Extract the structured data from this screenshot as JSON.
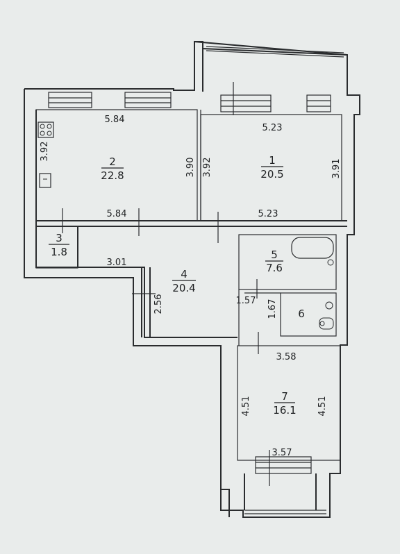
{
  "rooms": [
    {
      "id": "1",
      "area": "20.5"
    },
    {
      "id": "2",
      "area": "22.8"
    },
    {
      "id": "3",
      "area": "1.8"
    },
    {
      "id": "4",
      "area": "20.4"
    },
    {
      "id": "5",
      "area": "7.6"
    },
    {
      "id": "6",
      "area": ""
    },
    {
      "id": "7",
      "area": "16.1"
    }
  ],
  "dimensions": {
    "room2_top": "5.84",
    "room2_bottom": "5.84",
    "room2_left": "3.92",
    "room2_right": "3.90",
    "room1_top": "5.23",
    "room1_bottom": "5.23",
    "room1_left": "3.92",
    "room1_right": "3.91",
    "room4_top": "3.01",
    "room4_left": "2.56",
    "room5_bottom": "1.57",
    "room6_left": "1.67",
    "room7_top": "3.58",
    "room7_bottom": "3.57",
    "room7_left": "4.51",
    "room7_right": "4.51"
  }
}
